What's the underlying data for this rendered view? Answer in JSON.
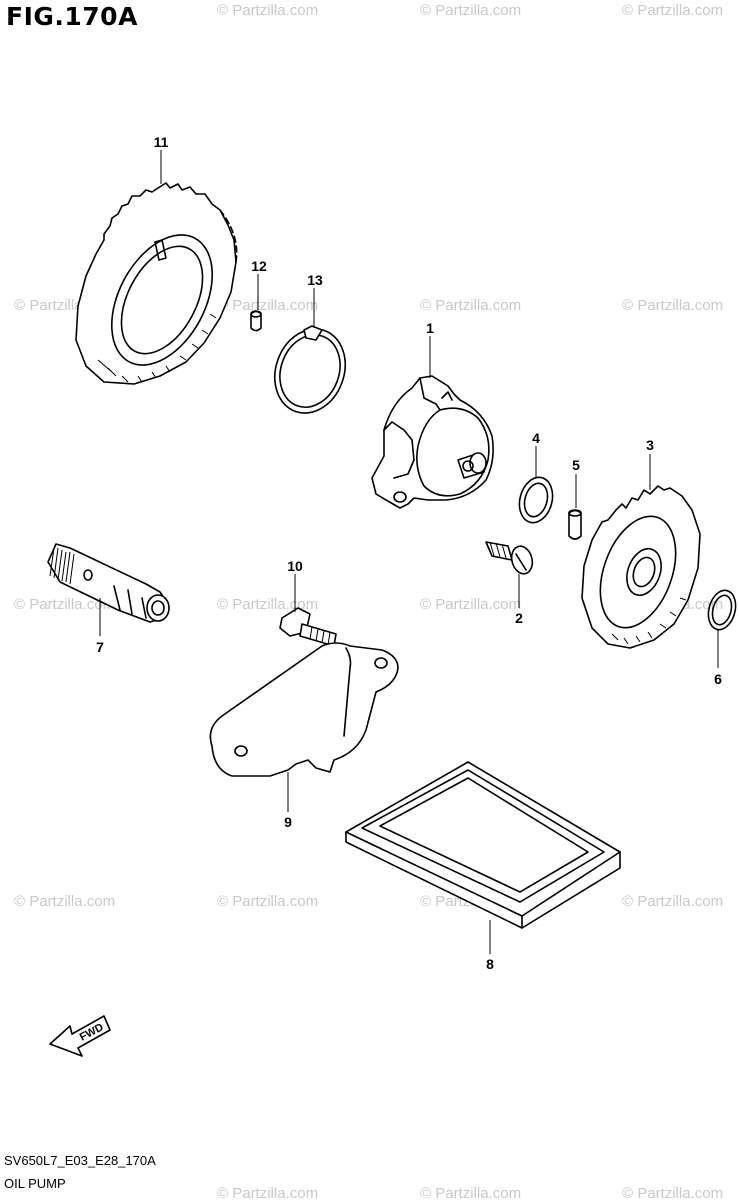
{
  "header": {
    "title": "FIG.170A"
  },
  "footer": {
    "code": "SV650L7_E03_E28_170A",
    "name": "OIL PUMP"
  },
  "watermark_text": "© Partzilla.com",
  "fwd_label": "FWD",
  "callouts": {
    "c1": "1",
    "c2": "2",
    "c3": "3",
    "c4": "4",
    "c5": "5",
    "c6": "6",
    "c7": "7",
    "c8": "8",
    "c9": "9",
    "c10": "10",
    "c11": "11",
    "c12": "12",
    "c13": "13"
  },
  "parts": {
    "p1": "oil-pump-body",
    "p2": "screw",
    "p3": "driven-gear",
    "p4": "washer",
    "p5": "pin",
    "p6": "circlip",
    "p7": "fitting",
    "p8": "strainer",
    "p9": "bracket-plate",
    "p10": "bolt",
    "p11": "drive-gear",
    "p12": "pin",
    "p13": "circlip"
  }
}
